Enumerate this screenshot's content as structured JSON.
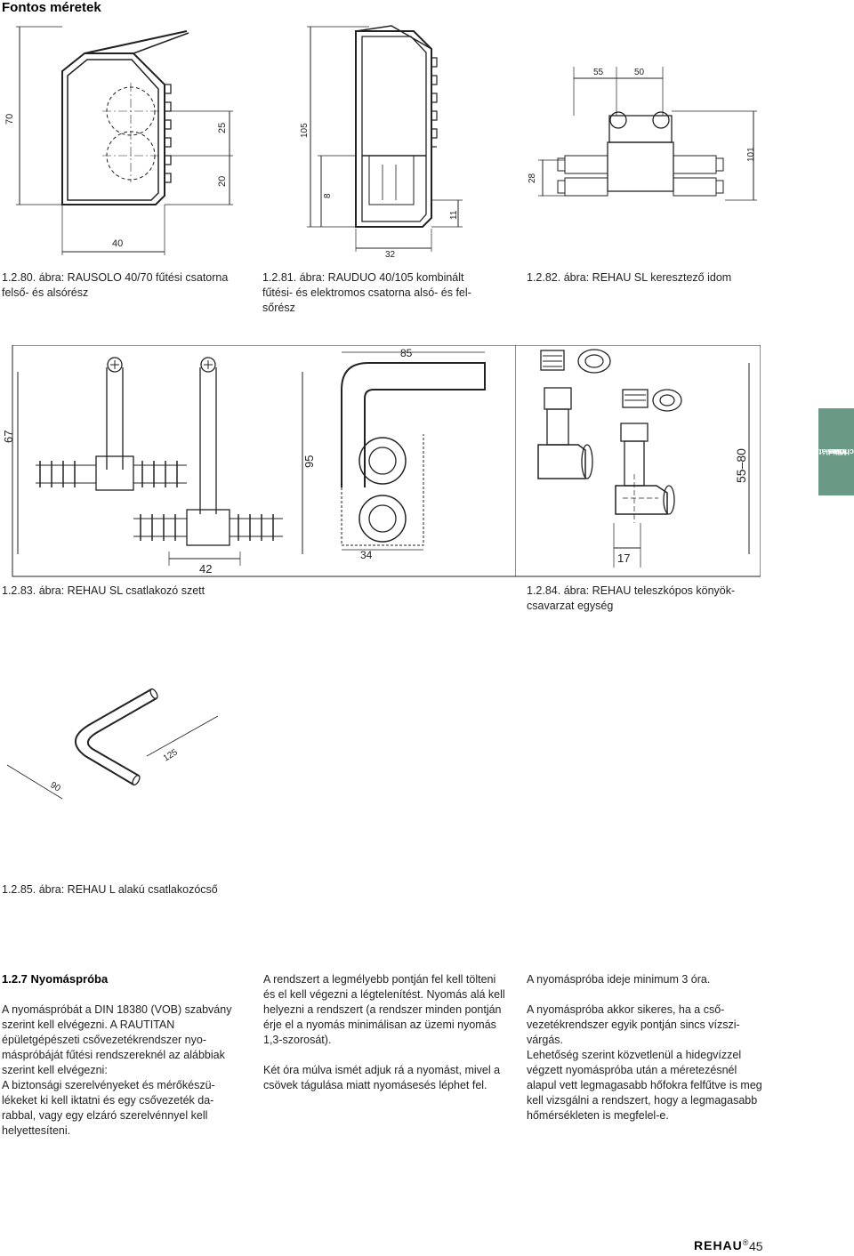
{
  "header": {
    "title": "Fontos méretek"
  },
  "figures": {
    "f80": {
      "caption": "1.2.80. ábra: RAUSOLO 40/70 fűtési csator­na felső- és alsórész",
      "dims": [
        "70",
        "25",
        "20",
        "40"
      ]
    },
    "f81": {
      "caption": "1.2.81. ábra: RAUDUO 40/105 kombinált fűtési- és elektromos csatorna alsó- és fel­sőrész",
      "dims": [
        "105",
        "8",
        "11",
        "32"
      ]
    },
    "f82": {
      "caption": "1.2.82. ábra: REHAU SL keresztező idom",
      "dims": [
        "55",
        "50",
        "101",
        "28"
      ]
    },
    "f83": {
      "caption": "1.2.83. ábra: REHAU SL csatlakozó szett",
      "dims": [
        "67",
        "95",
        "42",
        "85",
        "34"
      ]
    },
    "f84": {
      "caption": "1.2.84. ábra: REHAU teleszkópos könyök­csavarzat egység",
      "dims": [
        "55–80",
        "17"
      ]
    },
    "f85": {
      "caption": "1.2.85. ábra: REHAU L alakú csatlakozócső",
      "dims": [
        "90",
        "125"
      ]
    }
  },
  "side_tab": {
    "line1": "Vízellátás,",
    "line2": "fűtés-",
    "line3": "technika"
  },
  "section": {
    "title": "1.2.7 Nyomáspróba",
    "col1": [
      "A nyomáspróbát a DIN 18380 (VOB) szab­vány szerint kell elvégezni. A RAUTITAN épületgépészeti csővezetékrendszer nyo­máspróbáját fűtési rendszereknél az aláb­biak szerint kell elvégezni:",
      "A biztonsági szerelvényeket és mérőkészü­lékeket ki kell iktatni és egy csővezeték da­rabbal, vagy egy elzáró szerelvénnyel kell helyettesíteni."
    ],
    "col2": [
      "A rendszert a legmélyebb pontján fel kell töl­teni és el kell végezni a légtelenítést. Nyomás alá kell helyezni a rendszert (a rendszer min­den pontján érje el a nyomás minimálisan az üzemi nyomás 1,3-szorosát).",
      "Két óra múlva ismét adjuk rá a nyomást, mivel a csövek tágulása miatt nyomásesés léphet fel."
    ],
    "col3": [
      "A nyomáspróba ideje minimum 3 óra.",
      "A nyomáspróba akkor sikeres, ha a cső­vezetékrendszer egyik pontján sincs vízszi­várgás.",
      "Lehetőség szerint közvetlenül a hidegvízzel végzett nyomáspróba után a méretezésnél alapul vett legmagasabb hőfokra felfűtve is meg kell vizsgálni a rendszert, hogy a leg­magasabb hőmérsékleten is megfelel-e."
    ]
  },
  "footer": {
    "logo": "REHAU",
    "registered": "®",
    "page": "45"
  }
}
